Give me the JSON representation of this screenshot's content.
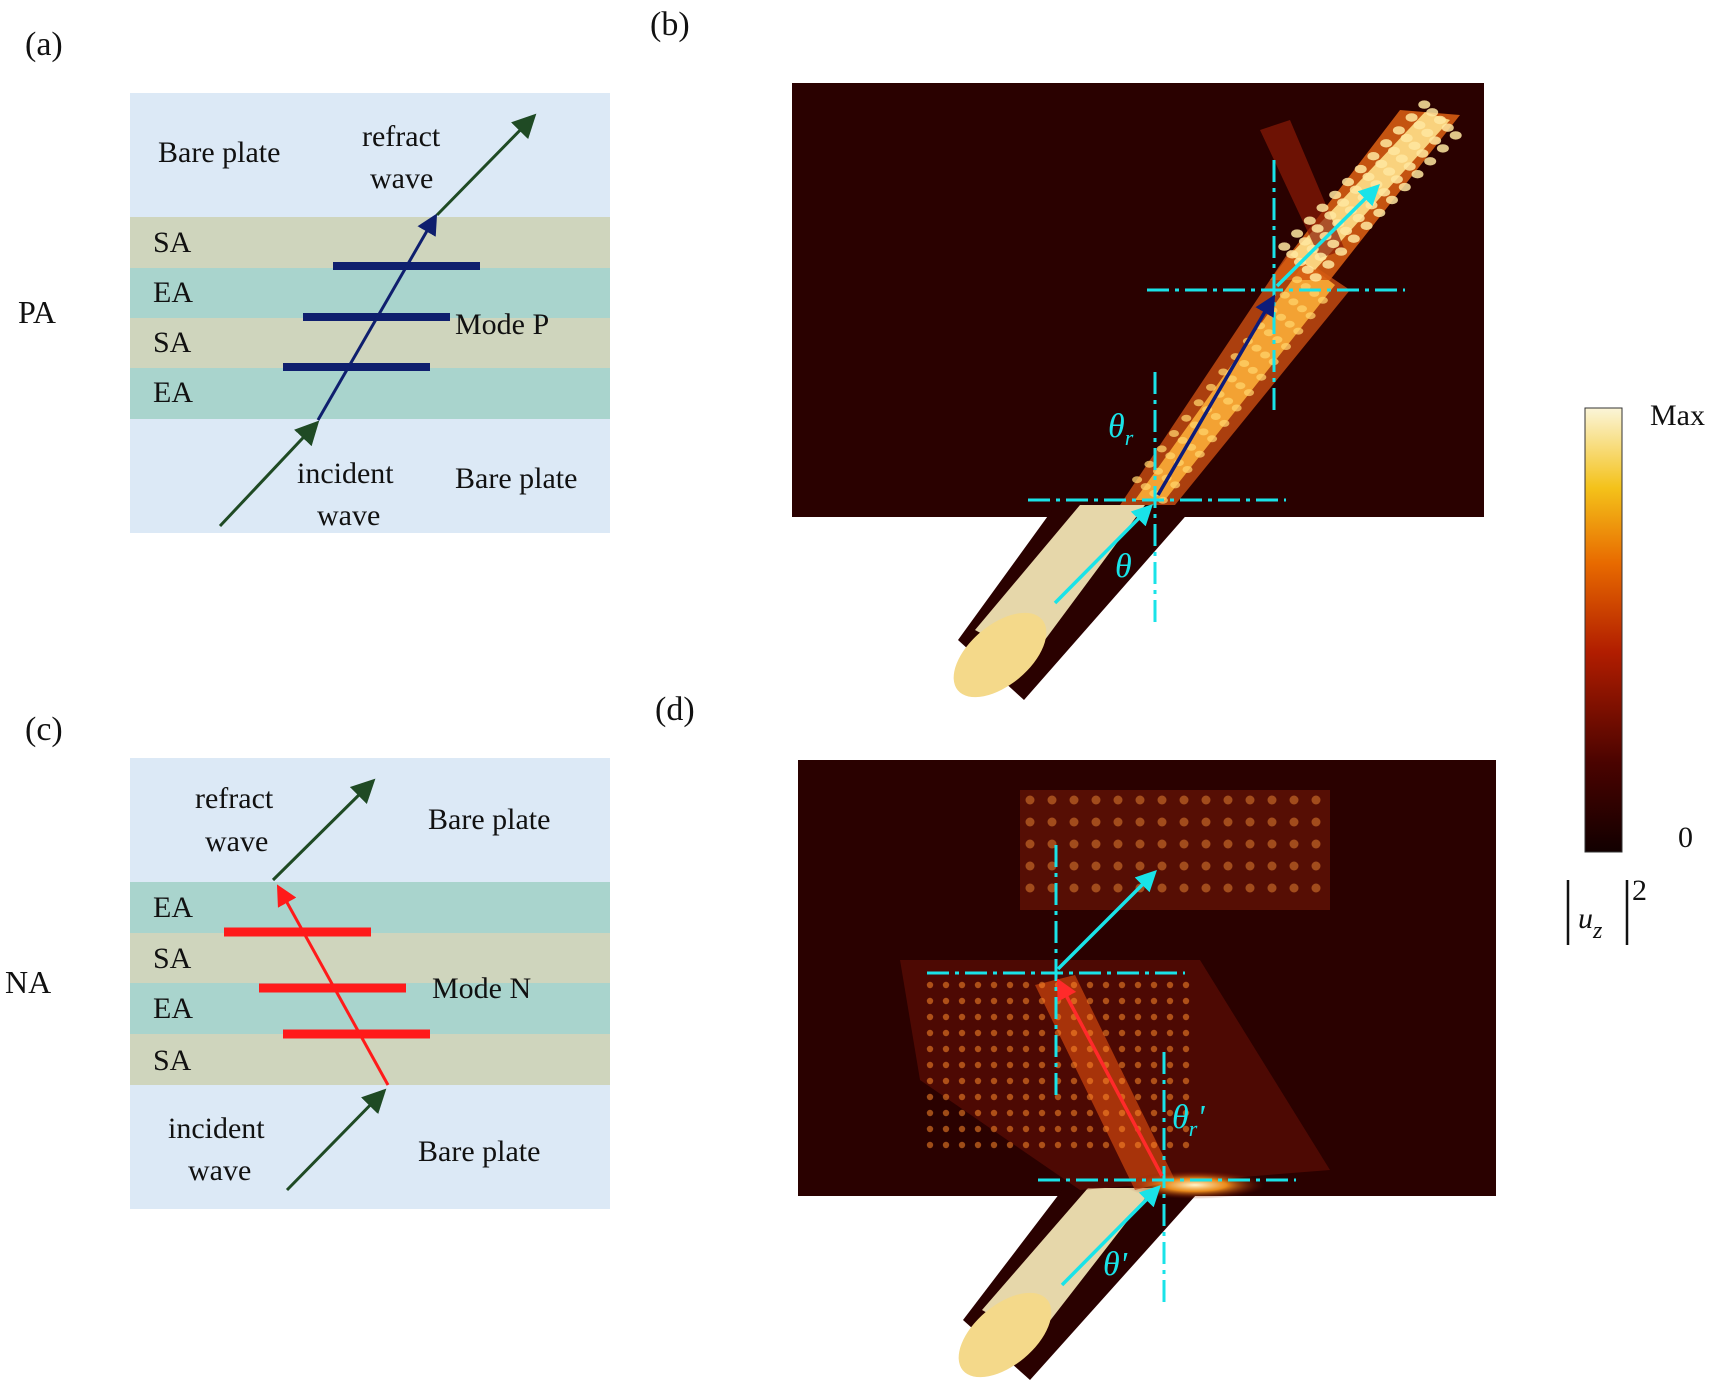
{
  "panels": {
    "a": "(a)",
    "b": "(b)",
    "c": "(c)",
    "d": "(d)"
  },
  "rows": {
    "top": "PA",
    "bottom": "NA"
  },
  "diagram_a": {
    "bare_plate_top": "Bare plate",
    "bare_plate_bottom": "Bare plate",
    "refract_1": "refract",
    "refract_2": "wave",
    "incident_1": "incident",
    "incident_2": "wave",
    "layers": [
      "SA",
      "EA",
      "SA",
      "EA"
    ],
    "mode": "Mode P"
  },
  "diagram_c": {
    "bare_plate_top": "Bare plate",
    "bare_plate_bottom": "Bare plate",
    "refract_1": "refract",
    "refract_2": "wave",
    "incident_1": "incident",
    "incident_2": "wave",
    "layers": [
      "EA",
      "SA",
      "EA",
      "SA"
    ],
    "mode": "Mode N"
  },
  "sim_b": {
    "theta_r": "θ",
    "theta_r_sub": "r",
    "theta": "θ"
  },
  "sim_d": {
    "theta_r": "θ",
    "theta_r_sub": "r",
    "theta_r_prime": "'",
    "theta": "θ'"
  },
  "colorbar": {
    "max": "Max",
    "min": "0",
    "quantity": "u",
    "quantity_sub": "z",
    "exponent": "2"
  },
  "colors": {
    "bare_plate": "#dce9f6",
    "sa_layer": "#cfd5bd",
    "ea_layer": "#a9d4cd",
    "navy_mode": "#0f1f6e",
    "red_mode": "#ff1a1a",
    "green_arrow": "#1f4a24",
    "cyan": "#19e3e8",
    "field_dark": "#2a0100"
  }
}
